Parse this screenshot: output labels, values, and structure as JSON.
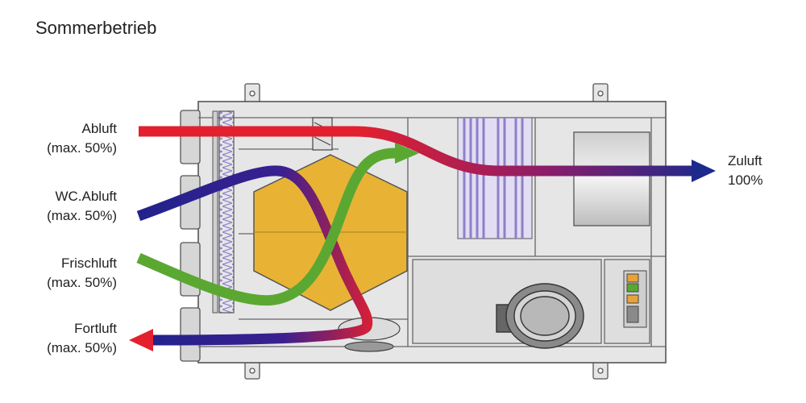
{
  "title": "Sommerbetrieb",
  "labels": {
    "abluft": {
      "name": "Abluft",
      "value": "(max. 50%)"
    },
    "wc_abluft": {
      "name": "WC.Abluft",
      "value": "(max. 50%)"
    },
    "frischluft": {
      "name": "Frischluft",
      "value": "(max. 50%)"
    },
    "fortluft": {
      "name": "Fortluft",
      "value": "(max. 50%)"
    },
    "zuluft": {
      "name": "Zuluft",
      "value": "100%"
    }
  },
  "colors": {
    "abluft": "#e3202e",
    "wc_abluft": "#22228c",
    "frischluft": "#5aa832",
    "fortluft": "#e3202e",
    "zuluft": "#1c2a8c",
    "heat_exchanger": "#e8b335",
    "housing": "#e6e6e6",
    "filter": "#a89ad6"
  }
}
